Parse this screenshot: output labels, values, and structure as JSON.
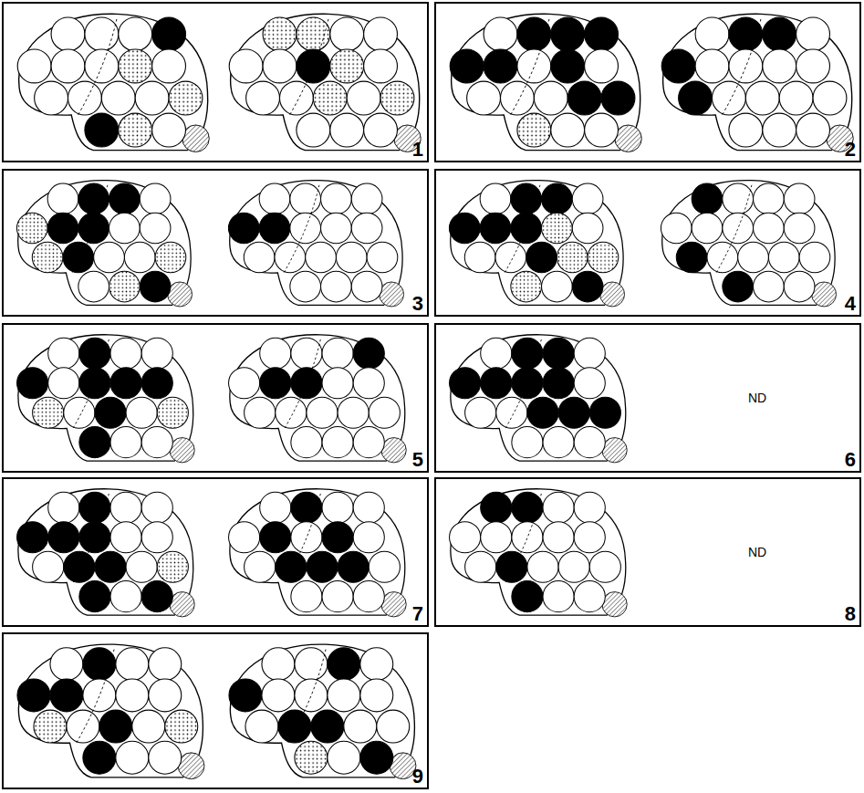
{
  "diagram": {
    "nodes": [
      {
        "text": [
          "1"
        ]
      },
      {
        "text": [
          "2"
        ]
      },
      {
        "text": [
          "3"
        ]
      },
      {
        "text": [
          "4"
        ]
      },
      {
        "text": [
          "5"
        ]
      },
      {
        "text": [
          "ND",
          "6"
        ]
      },
      {
        "text": [
          "7"
        ]
      },
      {
        "text": [
          "ND",
          "8"
        ]
      },
      {
        "text": [
          "9"
        ]
      }
    ]
  }
}
